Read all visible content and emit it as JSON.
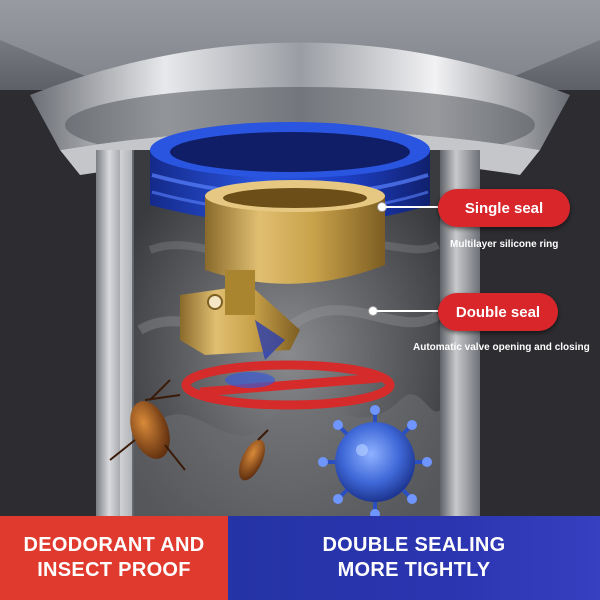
{
  "callouts": [
    {
      "label": "Single seal",
      "sublabel": "Multilayer silicone ring"
    },
    {
      "label": "Double seal",
      "sublabel": "Automatic valve opening and closing"
    }
  ],
  "banner": {
    "left": {
      "line1": "DEODORANT AND",
      "line2": "INSECT PROOF",
      "color": "#e03a2e"
    },
    "right": {
      "line1": "DOUBLE SEALING",
      "line2": "MORE TIGHTLY",
      "color": "#2c35b0"
    }
  },
  "colors": {
    "callout": "#d8262b",
    "seal_ring": "#1d3fc4",
    "brass": "#c9a24a"
  }
}
